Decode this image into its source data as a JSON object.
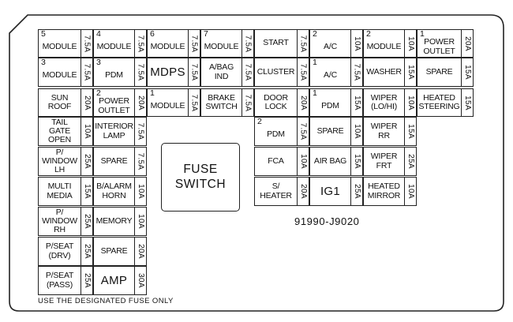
{
  "fuses": [
    {
      "num": "5",
      "label": "MODULE",
      "amp": "7.5A"
    },
    {
      "num": "4",
      "label": "MODULE",
      "amp": "7.5A"
    },
    {
      "num": "6",
      "label": "MODULE",
      "amp": "7.5A"
    },
    {
      "num": "7",
      "label": "MODULE",
      "amp": "7.5A"
    },
    {
      "num": "",
      "label": "START",
      "amp": "7.5A"
    },
    {
      "num": "2",
      "label": "A/C",
      "amp": "10A"
    },
    {
      "num": "2",
      "label": "MODULE",
      "amp": "10A"
    },
    {
      "num": "1",
      "label": "POWER\nOUTLET",
      "amp": "20A"
    },
    {
      "num": "3",
      "label": "MODULE",
      "amp": "7.5A"
    },
    {
      "num": "3",
      "label": "PDM",
      "amp": "7.5A"
    },
    {
      "num": "",
      "label": "MDPS",
      "amp": "7.5A",
      "big": true
    },
    {
      "num": "",
      "label": "A/BAG\nIND",
      "amp": "7.5A"
    },
    {
      "num": "",
      "label": "CLUSTER",
      "amp": "7.5A"
    },
    {
      "num": "1",
      "label": "A/C",
      "amp": "7.5A"
    },
    {
      "num": "",
      "label": "WASHER",
      "amp": "15A"
    },
    {
      "num": "",
      "label": "SPARE",
      "amp": "15A"
    },
    {
      "num": "",
      "label": "SUN\nROOF",
      "amp": "20A"
    },
    {
      "num": "2",
      "label": "POWER\nOUTLET",
      "amp": "20A"
    },
    {
      "num": "1",
      "label": "MODULE",
      "amp": "7.5A"
    },
    {
      "num": "",
      "label": "BRAKE\nSWITCH",
      "amp": "7.5A"
    },
    {
      "num": "",
      "label": "DOOR\nLOCK",
      "amp": "20A"
    },
    {
      "num": "1",
      "label": "PDM",
      "amp": "15A"
    },
    {
      "num": "",
      "label": "WIPER\n(LO/HI)",
      "amp": "10A"
    },
    {
      "num": "",
      "label": "HEATED\nSTEERING",
      "amp": "15A"
    },
    {
      "num": "",
      "label": "TAIL\nGATE\nOPEN",
      "amp": "10A"
    },
    {
      "num": "",
      "label": "INTERIOR\nLAMP",
      "amp": "7.5A"
    },
    {
      "num": "2",
      "label": "PDM",
      "amp": "7.5A"
    },
    {
      "num": "",
      "label": "SPARE",
      "amp": "10A"
    },
    {
      "num": "",
      "label": "WIPER\nRR",
      "amp": "15A"
    },
    {
      "num": "",
      "label": "P/\nWINDOW\nLH",
      "amp": "25A"
    },
    {
      "num": "",
      "label": "SPARE",
      "amp": "7.5A"
    },
    {
      "num": "",
      "label": "FCA",
      "amp": "10A"
    },
    {
      "num": "",
      "label": "AIR BAG",
      "amp": "15A"
    },
    {
      "num": "",
      "label": "WIPER\nFRT",
      "amp": "25A"
    },
    {
      "num": "",
      "label": "MULTI\nMEDIA",
      "amp": "15A"
    },
    {
      "num": "",
      "label": "B/ALARM\nHORN",
      "amp": "10A"
    },
    {
      "num": "",
      "label": "S/\nHEATER",
      "amp": "20A"
    },
    {
      "num": "",
      "label": "IG1",
      "amp": "25A",
      "big": true
    },
    {
      "num": "",
      "label": "HEATED\nMIRROR",
      "amp": "10A"
    },
    {
      "num": "",
      "label": "P/\nWINDOW\nRH",
      "amp": "25A"
    },
    {
      "num": "",
      "label": "MEMORY",
      "amp": "10A"
    },
    {
      "num": "",
      "label": "P/SEAT\n(DRV)",
      "amp": "25A"
    },
    {
      "num": "",
      "label": "SPARE",
      "amp": "20A"
    },
    {
      "num": "",
      "label": "P/SEAT\n(PASS)",
      "amp": "25A"
    },
    {
      "num": "",
      "label": "AMP",
      "amp": "30A",
      "big": true
    }
  ],
  "switch_label": "FUSE\nSWITCH",
  "part_number": "91990-J9020",
  "footer_text": "USE THE DESIGNATED FUSE ONLY"
}
